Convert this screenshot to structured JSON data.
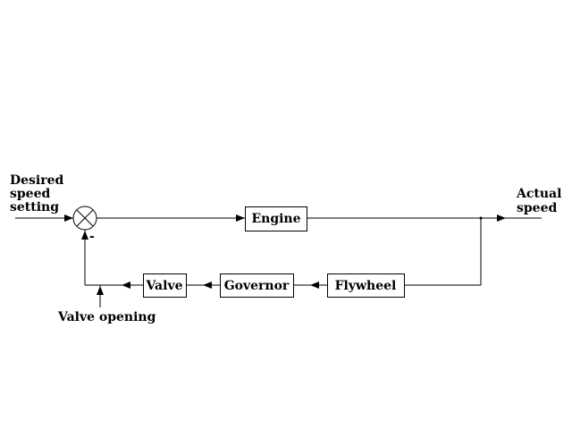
{
  "diagram": {
    "type": "control-loop block diagram",
    "input_label": [
      "Desired",
      "speed",
      "setting"
    ],
    "output_label": [
      "Actual",
      "speed"
    ],
    "summing_junction": {
      "feedback_sign": "-"
    },
    "blocks": {
      "engine": "Engine",
      "flywheel": "Flywheel",
      "governor": "Governor",
      "valve": "Valve"
    },
    "disturbance_label": "Valve opening",
    "connections": [
      [
        "Desired speed setting",
        "summing-junction"
      ],
      [
        "summing-junction",
        "Engine"
      ],
      [
        "Engine",
        "Actual speed"
      ],
      [
        "Actual speed",
        "Flywheel"
      ],
      [
        "Flywheel",
        "Governor"
      ],
      [
        "Governor",
        "Valve"
      ],
      [
        "Valve",
        "summing-junction"
      ],
      [
        "Valve opening",
        "feedback-path"
      ]
    ]
  }
}
